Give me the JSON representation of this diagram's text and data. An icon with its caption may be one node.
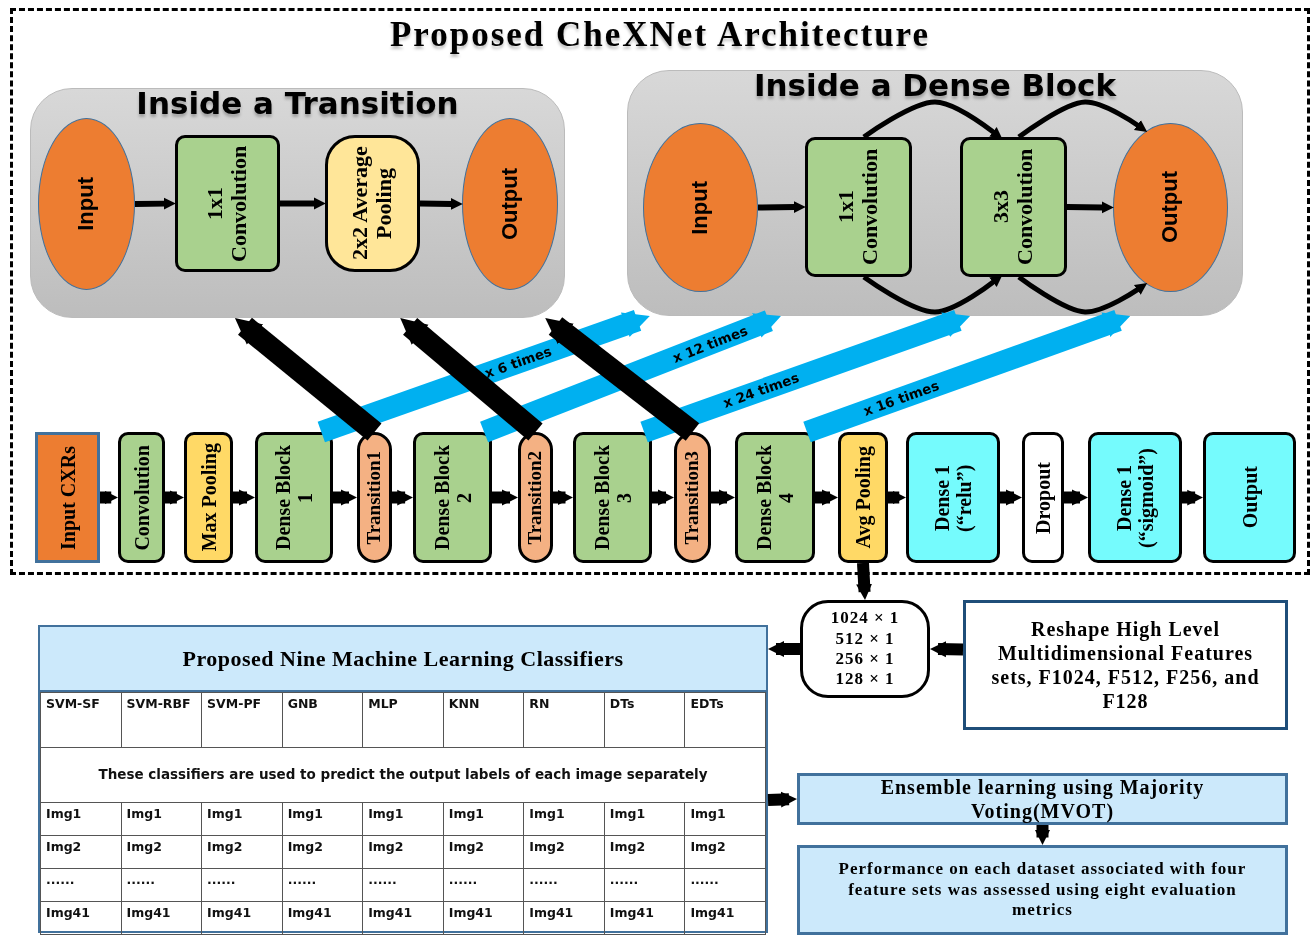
{
  "diagram": {
    "nodes": [
      {
        "text": [
          "Proposed CheXNet Architecture"
        ]
      },
      {
        "text": [
          "Inside a Transition"
        ],
        "in": 0
      },
      {
        "text": [
          "Input"
        ],
        "in": 1
      },
      {
        "text": [
          "1x1 Convolution"
        ],
        "in": 1
      },
      {
        "text": [
          "2x2 Average Pooling"
        ],
        "in": 1
      },
      {
        "text": [
          "Output"
        ],
        "in": 1
      },
      {
        "text": [
          "Inside a Dense Block"
        ],
        "in": 0
      },
      {
        "text": [
          "Input"
        ],
        "in": 6
      },
      {
        "text": [
          "1x1 Convolution"
        ],
        "in": 6
      },
      {
        "text": [
          "3x3 Convolution"
        ],
        "in": 6
      },
      {
        "text": [
          "Output"
        ],
        "in": 6
      },
      {
        "text": [
          "Input CXRs"
        ],
        "in": 0
      },
      {
        "text": [
          "Convolution"
        ],
        "in": 0
      },
      {
        "text": [
          "Max Pooling"
        ],
        "in": 0
      },
      {
        "text": [
          "Dense Block 1"
        ],
        "in": 0
      },
      {
        "text": [
          "Transition1"
        ],
        "in": 0
      },
      {
        "text": [
          "Dense Block 2"
        ],
        "in": 0
      },
      {
        "text": [
          "Transition2"
        ],
        "in": 0
      },
      {
        "text": [
          "Dense Block 3"
        ],
        "in": 0
      },
      {
        "text": [
          "Transition3"
        ],
        "in": 0
      },
      {
        "text": [
          "Dense Block 4"
        ],
        "in": 0
      },
      {
        "text": [
          "Avg Pooling"
        ],
        "in": 0
      },
      {
        "text": [
          "Dense 1 (“relu”)"
        ],
        "in": 0
      },
      {
        "text": [
          "Dropout"
        ],
        "in": 0
      },
      {
        "text": [
          "Dense 1 (“sigmoid”)"
        ],
        "in": 0
      },
      {
        "text": [
          "Output"
        ],
        "in": 0
      },
      {
        "text": [
          "1024 × 1",
          "512 × 1",
          "256 × 1",
          "128 × 1"
        ]
      },
      {
        "text": [
          "Reshape High Level Multidimensional Features sets, F1024, F512, F256, and F128"
        ]
      },
      {
        "text": [
          "Proposed Nine Machine Learning Classifiers"
        ]
      },
      {
        "text": [
          "Ensemble learning using Majority Voting(MVOT)"
        ]
      },
      {
        "text": [
          "Performance on each dataset associated with four feature sets was assessed using eight evaluation metrics"
        ]
      }
    ],
    "edges": [
      {
        "from": 2,
        "to": 3,
        "arrow": "to"
      },
      {
        "from": 3,
        "to": 4,
        "arrow": "to"
      },
      {
        "from": 4,
        "to": 5,
        "arrow": "to"
      },
      {
        "from": 7,
        "to": 8,
        "arrow": "to"
      },
      {
        "from": 9,
        "to": 10,
        "arrow": "to"
      },
      {
        "from": 8,
        "to": 9,
        "arrow": "to"
      },
      {
        "from": 9,
        "to": 10,
        "arrow": "to"
      },
      {
        "from": 8,
        "to": 9,
        "arrow": "to"
      },
      {
        "from": 9,
        "to": 10,
        "arrow": "to"
      },
      {
        "from": 11,
        "to": 12,
        "arrow": "to"
      },
      {
        "from": 12,
        "to": 13,
        "arrow": "to"
      },
      {
        "from": 13,
        "to": 14,
        "arrow": "to"
      },
      {
        "from": 14,
        "to": 15,
        "arrow": "to"
      },
      {
        "from": 15,
        "to": 16,
        "arrow": "to"
      },
      {
        "from": 16,
        "to": 17,
        "arrow": "to"
      },
      {
        "from": 17,
        "to": 18,
        "arrow": "to"
      },
      {
        "from": 18,
        "to": 19,
        "arrow": "to"
      },
      {
        "from": 19,
        "to": 20,
        "arrow": "to"
      },
      {
        "from": 20,
        "to": 21,
        "arrow": "to"
      },
      {
        "from": 21,
        "to": 22,
        "arrow": "to"
      },
      {
        "from": 22,
        "to": 23,
        "arrow": "to"
      },
      {
        "from": 23,
        "to": 24,
        "arrow": "to"
      },
      {
        "from": 24,
        "to": 25,
        "arrow": "to"
      },
      {
        "from": 14,
        "to": 6,
        "arrow": "to",
        "label": "x 6 times",
        "style": "thick",
        "color": "#00b0f0"
      },
      {
        "from": 16,
        "to": 6,
        "arrow": "to",
        "label": "x 12 times",
        "style": "thick",
        "color": "#00b0f0"
      },
      {
        "from": 18,
        "to": 6,
        "arrow": "to",
        "label": "x 24 times",
        "style": "thick",
        "color": "#00b0f0"
      },
      {
        "from": 20,
        "to": 6,
        "arrow": "to",
        "label": "x 16 times",
        "style": "thick",
        "color": "#00b0f0"
      },
      {
        "from": 15,
        "to": 1,
        "arrow": "to",
        "style": "thick"
      },
      {
        "from": 17,
        "to": 1,
        "arrow": "to",
        "style": "thick"
      },
      {
        "from": 19,
        "to": 1,
        "arrow": "to",
        "style": "thick"
      },
      {
        "from": 21,
        "to": 26,
        "arrow": "to"
      },
      {
        "from": 27,
        "to": 26,
        "arrow": "to"
      },
      {
        "from": 26,
        "to": 28,
        "arrow": "to"
      },
      {
        "from": 28,
        "to": 29,
        "arrow": "to"
      },
      {
        "from": 29,
        "to": 30,
        "arrow": "to"
      }
    ],
    "labels": [
      "SVM-SF",
      "SVM-RBF",
      "SVM-PF",
      "GNB",
      "MLP",
      "KNN",
      "RN",
      "DTs",
      "EDTs",
      "These classifiers are used to predict the output labels of each image separately",
      "Img1",
      "Img1",
      "Img1",
      "Img1",
      "Img1",
      "Img1",
      "Img1",
      "Img1",
      "Img1",
      "Img2",
      "Img2",
      "Img2",
      "Img2",
      "Img2",
      "Img2",
      "Img2",
      "Img2",
      "Img2",
      "......",
      "......",
      "......",
      "......",
      "......",
      "......",
      "......",
      "......",
      "......",
      "Img41",
      "Img41",
      "Img41",
      "Img41",
      "Img41",
      "Img41",
      "Img41",
      "Img41",
      "Img41"
    ]
  }
}
